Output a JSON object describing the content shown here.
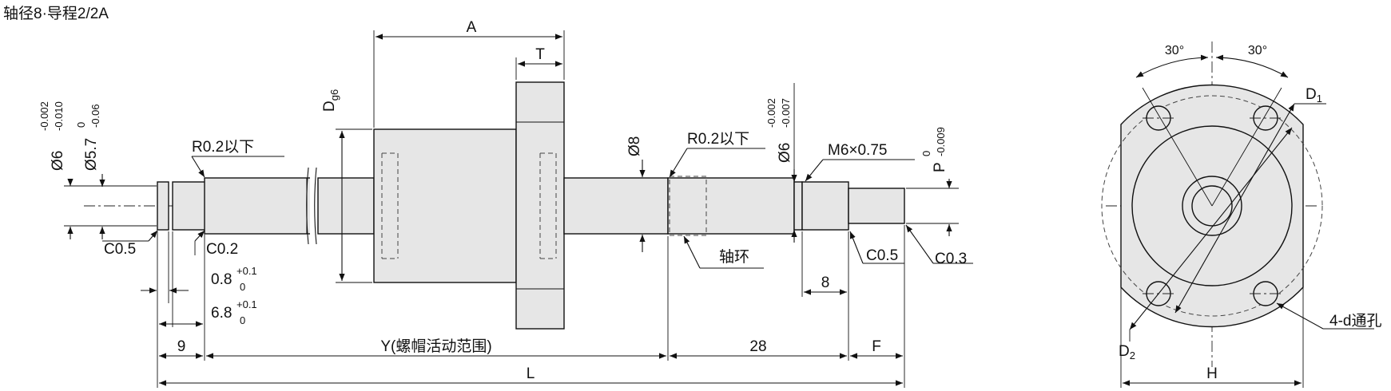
{
  "title": "轴径8·导程2/2A",
  "labels": {
    "A": "A",
    "T": "T",
    "Dg6": "D",
    "Dg6_sub": "g6",
    "phi6_left": "Ø6",
    "phi6_left_tol_up": "-0.002",
    "phi6_left_tol_low": "-0.010",
    "phi57": "Ø5.7",
    "phi57_tol_up": "0",
    "phi57_tol_low": "-0.06",
    "r02_left": "R0.2以下",
    "r02_right": "R0.2以下",
    "phi8": "Ø8",
    "phi6_right": "Ø6",
    "phi6_right_tol_up": "-0.002",
    "phi6_right_tol_low": "-0.007",
    "m6": "M6×0.75",
    "P": "P",
    "P_tol_up": "0",
    "P_tol_low": "-0.009",
    "c05_left": "C0.5",
    "c02": "C0.2",
    "dim08": "0.8",
    "dim08_tol_up": "+0.1",
    "dim08_tol_low": "0",
    "dim68": "6.8",
    "dim68_tol_up": "+0.1",
    "dim68_tol_low": "0",
    "collar": "轴环",
    "c05_right": "C0.5",
    "c03": "C0.3",
    "dim8": "8",
    "dim9": "9",
    "Y": "Y(螺帽活动范围)",
    "dim28": "28",
    "F": "F",
    "L": "L",
    "ang1": "30°",
    "ang2": "30°",
    "D1": "D",
    "D1_sub": "1",
    "D2": "D",
    "D2_sub": "2",
    "hole": "4-d通孔",
    "H": "H"
  }
}
